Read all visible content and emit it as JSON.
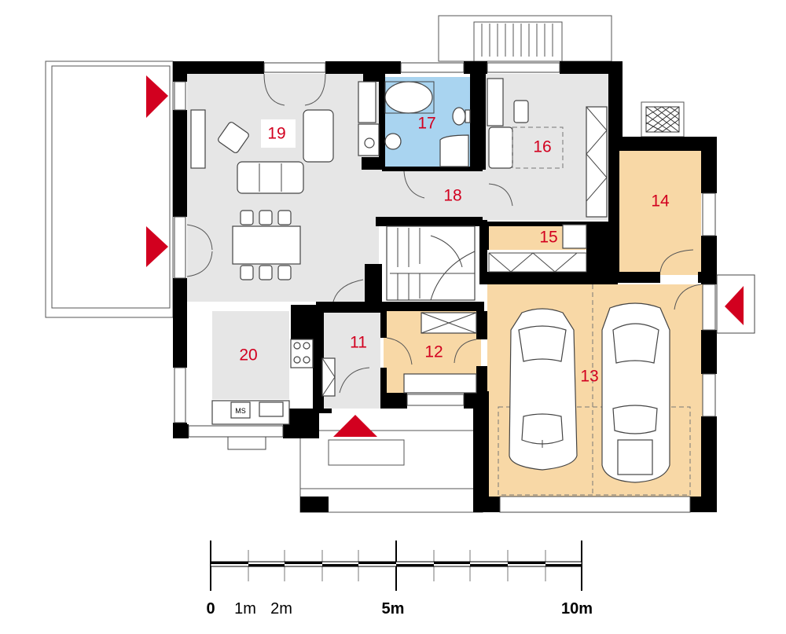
{
  "colors": {
    "living": "#e6e6e6",
    "bathroom": "#a9d4f0",
    "utility": "#f8d8a6",
    "wall": "#000000",
    "label": "#d2001f",
    "entrance_marker": "#d2001f"
  },
  "rooms": [
    {
      "id": "11",
      "label": "11"
    },
    {
      "id": "12",
      "label": "12"
    },
    {
      "id": "13",
      "label": "13"
    },
    {
      "id": "14",
      "label": "14"
    },
    {
      "id": "15",
      "label": "15"
    },
    {
      "id": "16",
      "label": "16"
    },
    {
      "id": "17",
      "label": "17"
    },
    {
      "id": "18",
      "label": "18"
    },
    {
      "id": "19",
      "label": "19"
    },
    {
      "id": "20",
      "label": "20"
    }
  ],
  "scale_bar": {
    "labels": [
      "0",
      "1m",
      "2m",
      "5m",
      "10m"
    ],
    "bold_labels": [
      "0",
      "5m",
      "10m"
    ]
  },
  "appliances": {
    "microwave_label": "MS"
  },
  "icons": [
    "entrance-arrow-icon",
    "car-icon",
    "staircase-icon",
    "bathtub-icon",
    "toilet-icon",
    "shower-icon",
    "sofa-icon",
    "armchair-icon",
    "dining-table-icon",
    "desk-icon",
    "cooktop-icon",
    "sink-icon"
  ]
}
